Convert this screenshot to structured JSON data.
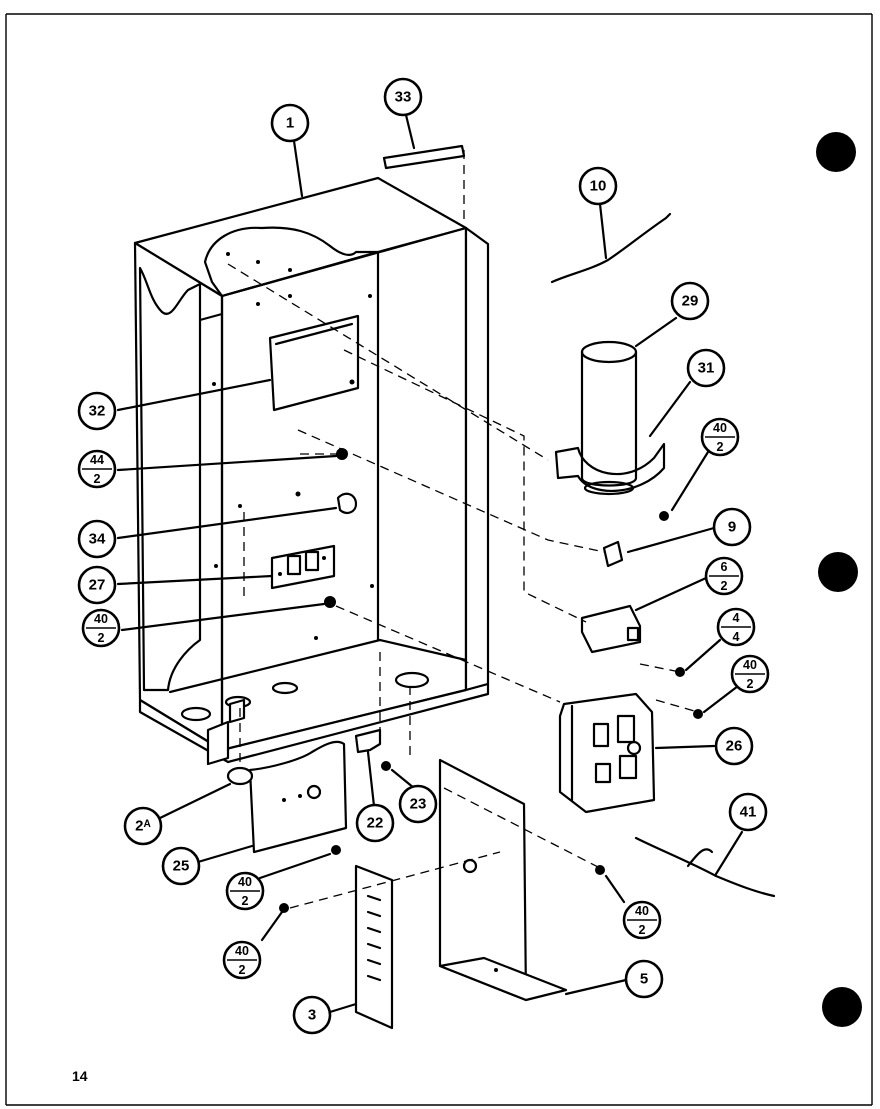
{
  "page_number": "14",
  "callouts": {
    "c1": "1",
    "c33": "33",
    "c10": "10",
    "c29": "29",
    "c31": "31",
    "c40_top": "40",
    "c40_top_qty": "2",
    "c9": "9",
    "c6": "6",
    "c6_qty": "2",
    "c4": "4",
    "c4_qty": "4",
    "c40_r": "40",
    "c40_r_qty": "2",
    "c26": "26",
    "c41": "41",
    "c40_br": "40",
    "c40_br_qty": "2",
    "c5": "5",
    "c32": "32",
    "c44": "44",
    "c44_qty": "2",
    "c34": "34",
    "c27": "27",
    "c40_l": "40",
    "c40_l_qty": "2",
    "c2a": "2ᴬ",
    "c25": "25",
    "c22": "22",
    "c23": "23",
    "c40_bl1": "40",
    "c40_bl1_qty": "2",
    "c40_bl2": "40",
    "c40_bl2_qty": "2",
    "c3": "3"
  }
}
